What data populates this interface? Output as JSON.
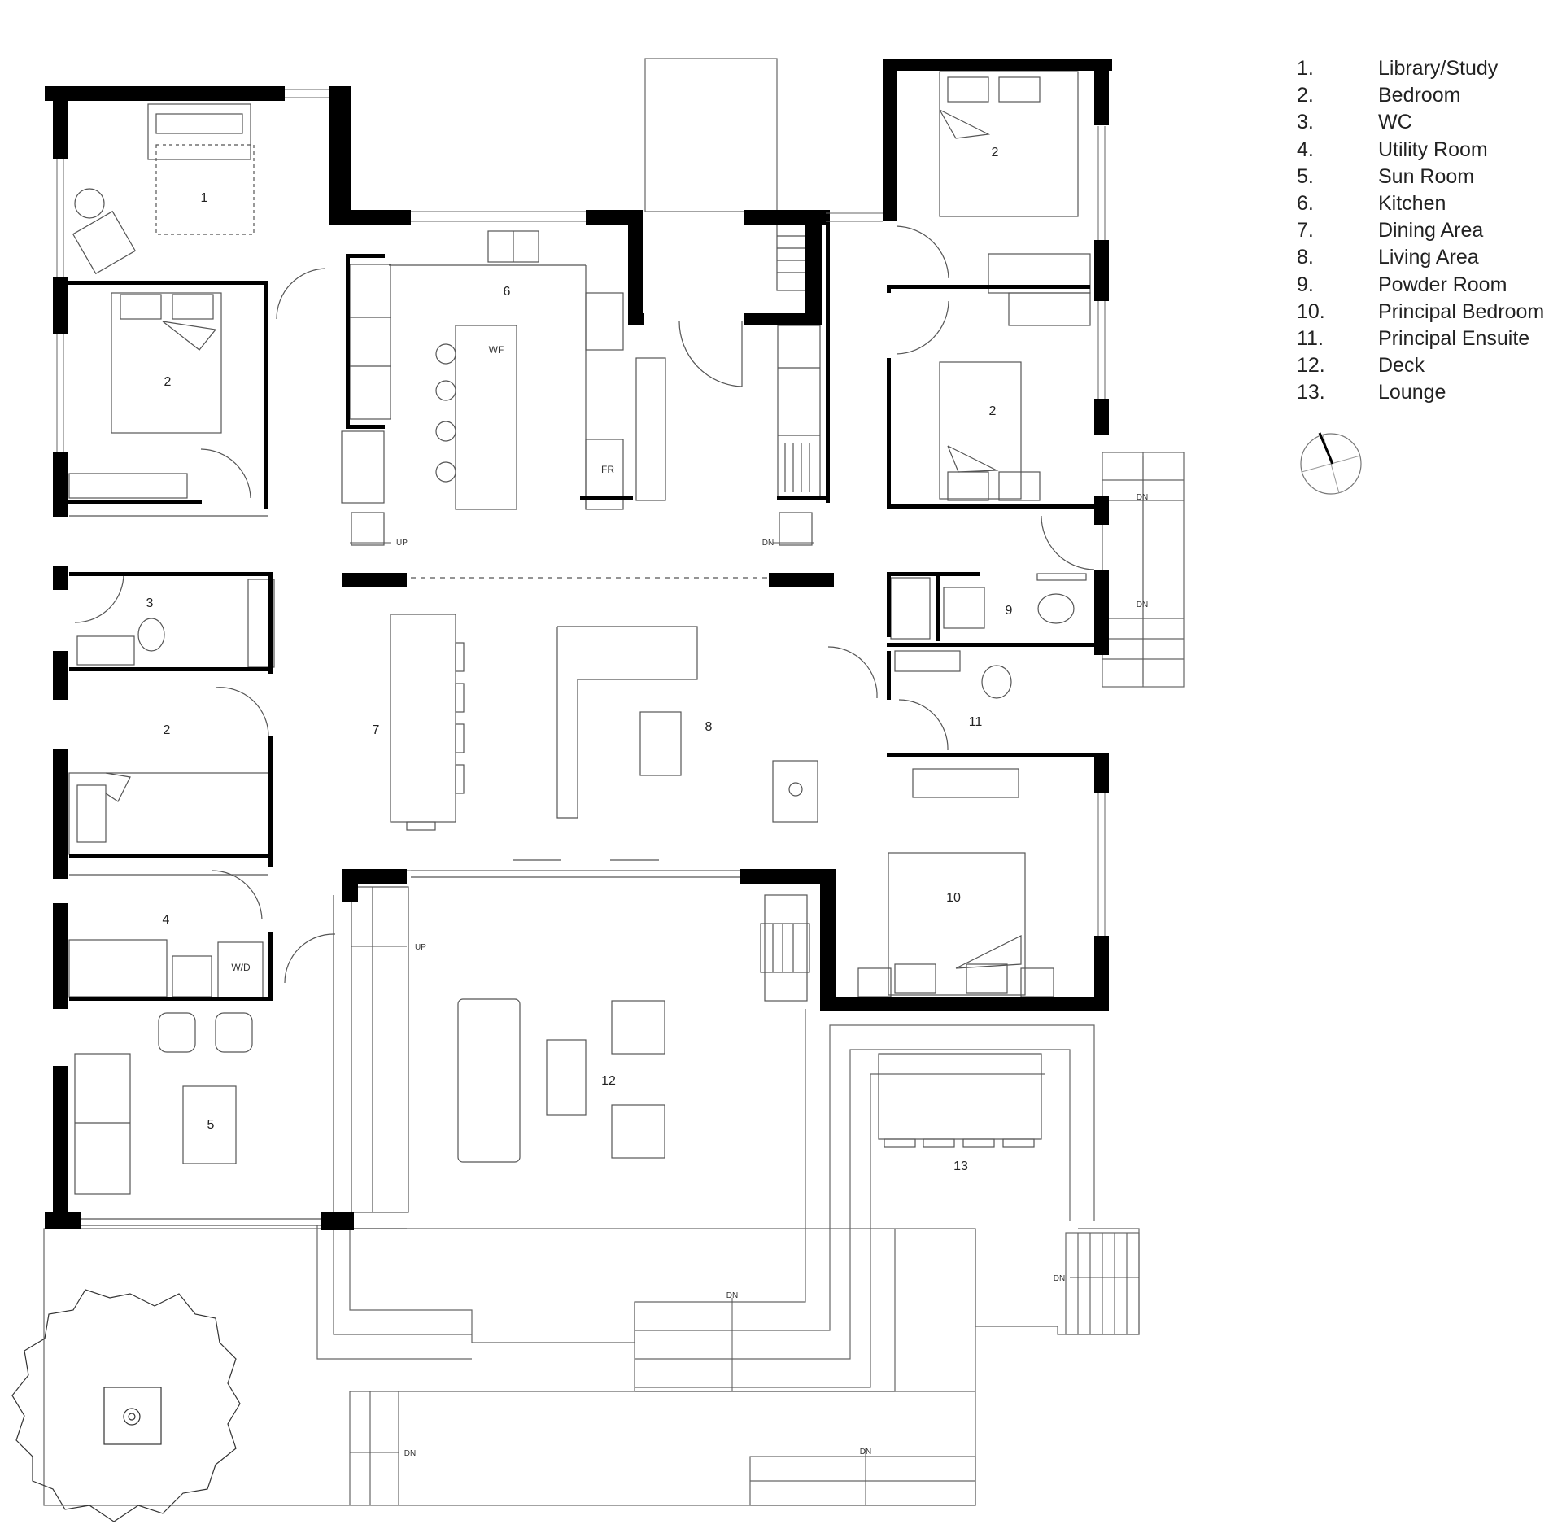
{
  "legend": {
    "items": [
      {
        "num": "1.",
        "label": "Library/Study"
      },
      {
        "num": "2.",
        "label": "Bedroom"
      },
      {
        "num": "3.",
        "label": "WC"
      },
      {
        "num": "4.",
        "label": "Utility Room"
      },
      {
        "num": "5.",
        "label": "Sun Room"
      },
      {
        "num": "6.",
        "label": "Kitchen"
      },
      {
        "num": "7.",
        "label": "Dining Area"
      },
      {
        "num": "8.",
        "label": "Living Area"
      },
      {
        "num": "9.",
        "label": "Powder Room"
      },
      {
        "num": "10.",
        "label": "Principal Bedroom"
      },
      {
        "num": "11.",
        "label": "Principal Ensuite"
      },
      {
        "num": "12.",
        "label": "Deck"
      },
      {
        "num": "13.",
        "label": "Lounge"
      }
    ]
  },
  "rooms": {
    "library": "1",
    "bedroom_a": "2",
    "bedroom_b": "2",
    "bedroom_c": "2",
    "bedroom_d": "2",
    "wc": "3",
    "utility": "4",
    "sun_room": "5",
    "kitchen": "6",
    "dining": "7",
    "living": "8",
    "powder": "9",
    "principal_bedroom": "10",
    "principal_ensuite": "11",
    "deck": "12",
    "lounge": "13"
  },
  "fixtures": {
    "wf": "WF",
    "fr": "FR",
    "wd": "W/D"
  },
  "stairs": {
    "up_kitchen": "UP",
    "dn_entry": "DN",
    "up_sun": "UP",
    "dn_east_upper": "DN",
    "dn_east_lower": "DN",
    "dn_deck": "DN",
    "dn_east_deck": "DN",
    "dn_sw": "DN",
    "dn_south": "DN"
  },
  "colors": {
    "wall": "#000000",
    "line": "#555555",
    "text": "#222222"
  }
}
